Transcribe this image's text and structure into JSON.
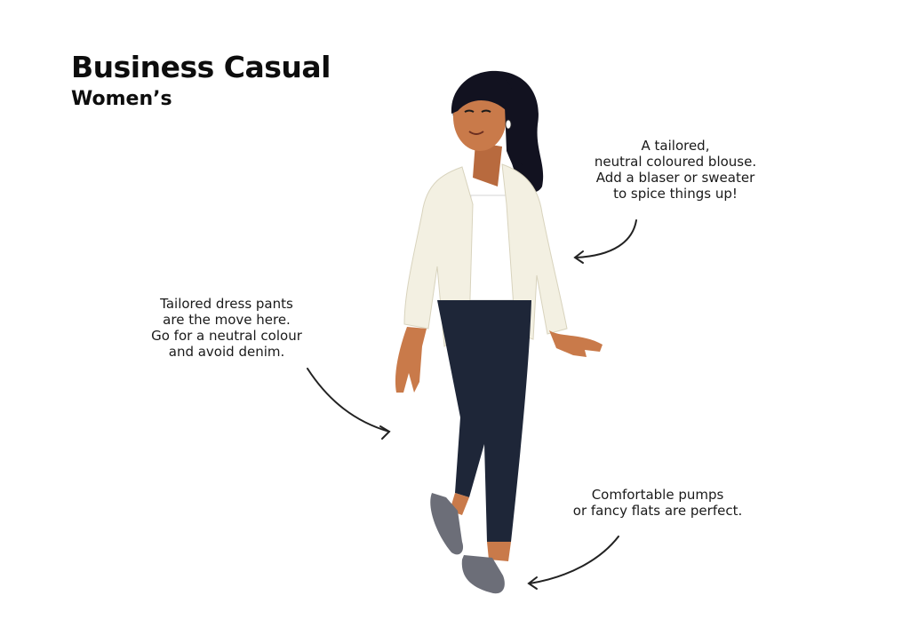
{
  "header": {
    "title": "Business Casual",
    "subtitle": "Women’s"
  },
  "annotations": {
    "top": [
      "A tailored,",
      "neutral coloured blouse.",
      "Add a blaser or sweater",
      "to spice things up!"
    ],
    "left": [
      "Tailored dress pants",
      "are the move here.",
      "Go for a neutral colour",
      "and avoid denim."
    ],
    "bottom": [
      "Comfortable pumps",
      "or fancy flats are perfect."
    ]
  },
  "colors": {
    "background": "#ffffff",
    "text": "#0d0d0d",
    "blazer": "#f3f0e2",
    "blouse": "#ffffff",
    "pants": "#1e2638",
    "skin": "#c97a4a",
    "hair": "#121220",
    "shoes": "#6c6e78"
  }
}
